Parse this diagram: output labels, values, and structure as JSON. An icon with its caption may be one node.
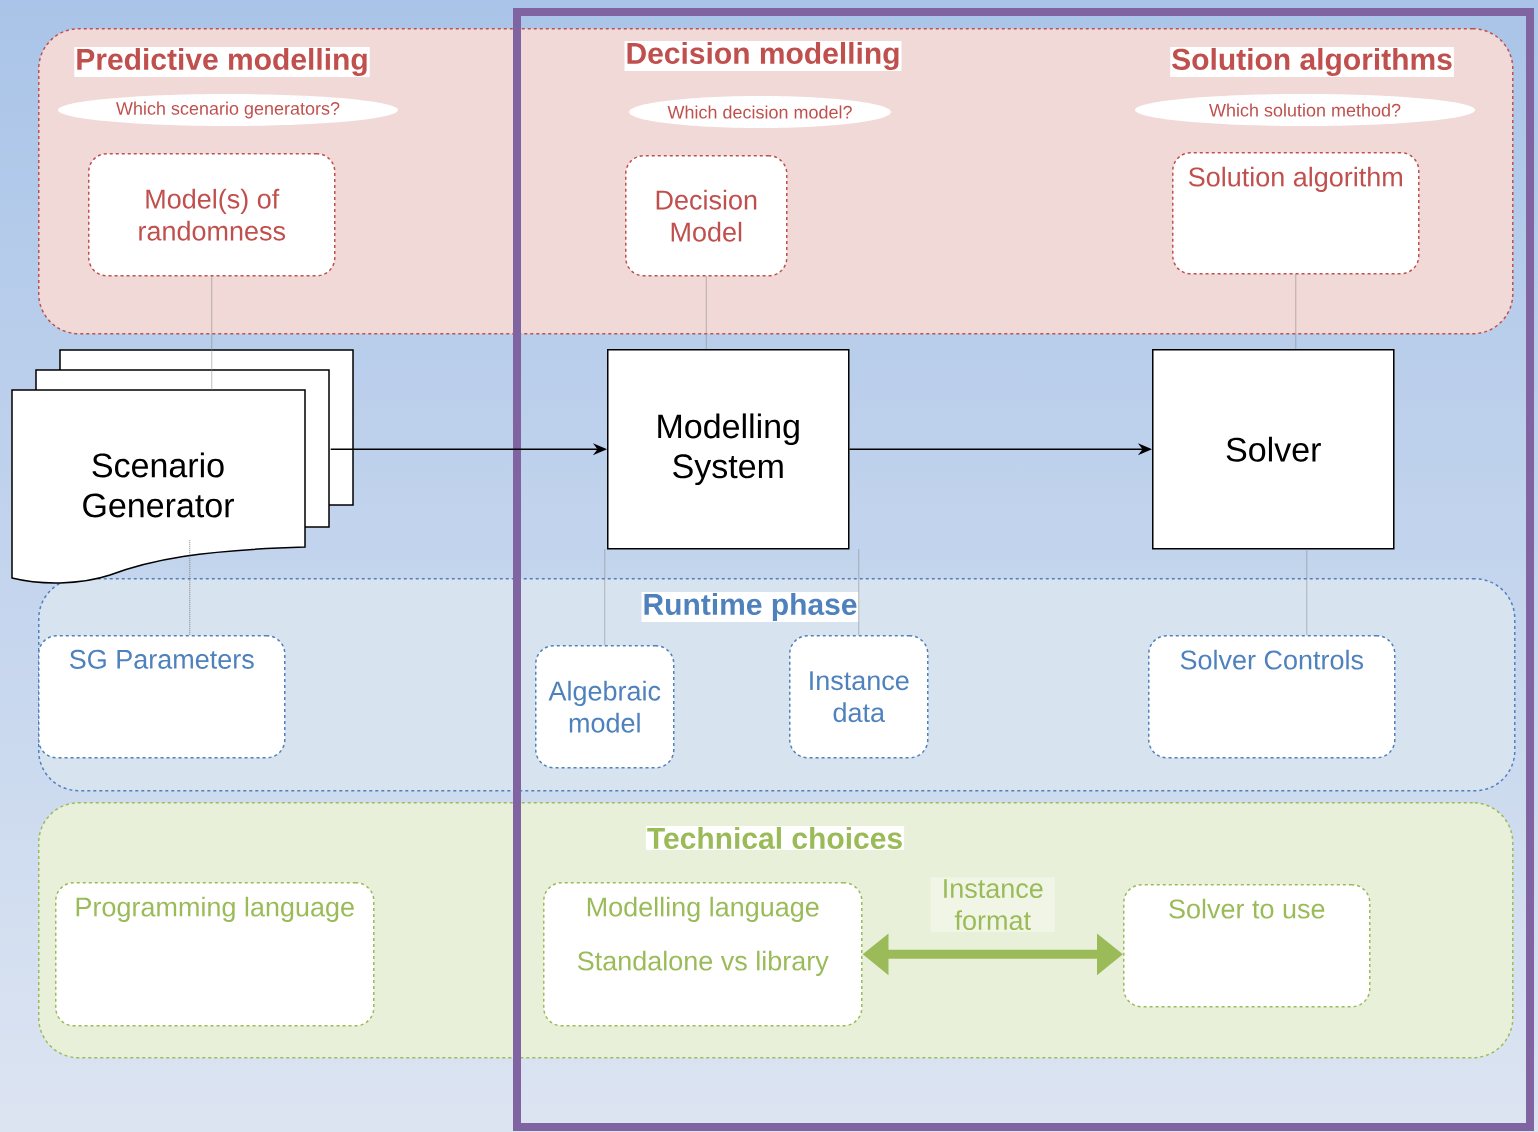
{
  "diagram": {
    "nodes": [
      {
        "text": [
          "Predictive modelling",
          "Decision modelling",
          "Solution algorithms"
        ]
      },
      {
        "text": [
          "Which scenario generators?"
        ],
        "in": 0
      },
      {
        "text": [
          "Which decision model?"
        ],
        "in": 0
      },
      {
        "text": [
          "Which solution method?"
        ],
        "in": 0
      },
      {
        "text": [
          "Model(s) of randomness"
        ],
        "in": 0
      },
      {
        "text": [
          "Decision Model"
        ],
        "in": 0
      },
      {
        "text": [
          "Solution algorithm"
        ],
        "in": 0
      },
      {
        "text": [
          "Scenario Generator"
        ]
      },
      {
        "text": [
          "Modelling System"
        ]
      },
      {
        "text": [
          "Solver"
        ]
      },
      {
        "text": [
          "Runtime phase"
        ]
      },
      {
        "text": [
          "SG Parameters"
        ],
        "in": 10
      },
      {
        "text": [
          "Algebraic model"
        ],
        "in": 10
      },
      {
        "text": [
          "Instance data"
        ],
        "in": 10
      },
      {
        "text": [
          "Solver Controls"
        ],
        "in": 10
      },
      {
        "text": [
          "Technical choices"
        ]
      },
      {
        "text": [
          "Programming language"
        ],
        "in": 15
      },
      {
        "text": [
          "Modelling language",
          "Standalone vs library"
        ],
        "in": 15
      },
      {
        "text": [
          "Solver to use"
        ],
        "in": 15
      }
    ],
    "edges": [
      {
        "from": 7,
        "to": 8,
        "arrow": "to",
        "color": "#000000"
      },
      {
        "from": 8,
        "to": 9,
        "arrow": "to",
        "color": "#000000"
      },
      {
        "from": 4,
        "to": 7,
        "arrow": "none",
        "style": "dashed"
      },
      {
        "from": 5,
        "to": 8,
        "arrow": "none",
        "style": "dashed"
      },
      {
        "from": 6,
        "to": 9,
        "arrow": "none",
        "style": "dashed"
      },
      {
        "from": 7,
        "to": 11,
        "arrow": "none",
        "style": "dashed"
      },
      {
        "from": 8,
        "to": 12,
        "arrow": "none",
        "style": "dashed"
      },
      {
        "from": 8,
        "to": 13,
        "arrow": "none",
        "style": "dashed"
      },
      {
        "from": 9,
        "to": 14,
        "arrow": "none",
        "style": "dashed"
      },
      {
        "from": 17,
        "to": 18,
        "arrow": "both",
        "style": "thick",
        "color": "#9bbb59",
        "label": "Instance format"
      }
    ]
  }
}
